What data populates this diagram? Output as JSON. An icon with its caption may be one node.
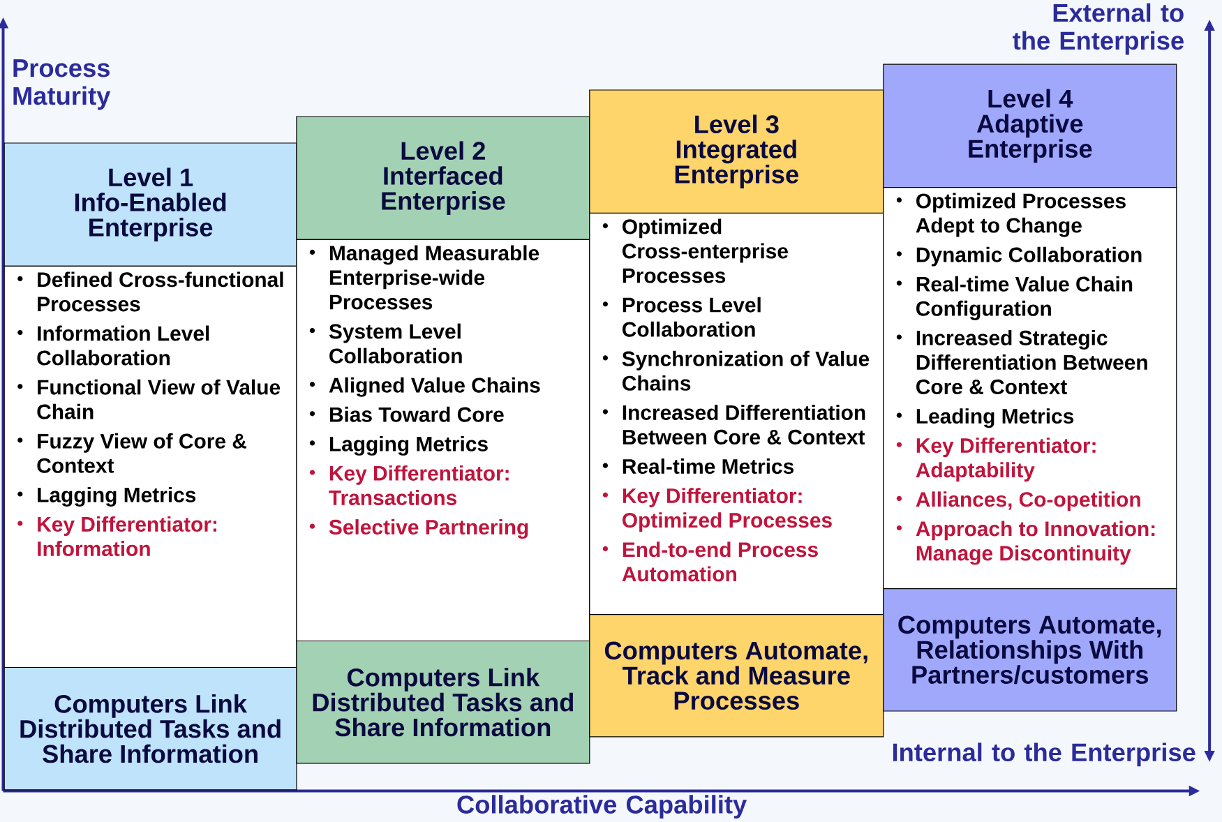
{
  "diagram": {
    "nodes": [
      {
        "text": [
          "Level 1 Info-Enabled Enterprise"
        ]
      },
      {
        "text": [
          "Defined Cross-functional Processes",
          "Information Level Collaboration",
          "Functional View of Value Chain",
          "Fuzzy View of Core & Context",
          "Lagging Metrics",
          "Key Differentiator: Information"
        ]
      },
      {
        "text": [
          "Computers Link Distributed Tasks and Share Information"
        ]
      },
      {
        "text": [
          "Level 2 Interfaced Enterprise"
        ]
      },
      {
        "text": [
          "Managed Measurable Enterprise-wide Processes",
          "System Level Collaboration",
          "Aligned Value Chains",
          "Bias Toward Core",
          "Lagging Metrics",
          "Key Differentiator: Transactions",
          "Selective Partnering"
        ]
      },
      {
        "text": [
          "Computers Link Distributed Tasks and Share Information"
        ]
      },
      {
        "text": [
          "Level 3 Integrated Enterprise"
        ]
      },
      {
        "text": [
          "Optimized Cross-enterprise Processes",
          "Process Level Collaboration",
          "Synchronization of Value Chains",
          "Increased Differentiation Between Core & Context",
          "Real-time Metrics",
          "Key Differentiator: Optimized Processes",
          "End-to-end Process Automation"
        ]
      },
      {
        "text": [
          "Computers Automate, Track and Measure Processes"
        ]
      },
      {
        "text": [
          "Level 4 Adaptive Enterprise"
        ]
      },
      {
        "text": [
          "Optimized Processes Adept to Change",
          "Dynamic Collaboration",
          "Real-time Value Chain Configuration",
          "Increased Strategic Differentiation Between Core & Context",
          "Leading Metrics",
          "Key Differentiator: Adaptability",
          "Alliances, Co-opetition",
          "Approach to Innovation: Manage Discontinuity"
        ]
      },
      {
        "text": [
          "Computers Automate, Relationships With Partners/customers"
        ]
      }
    ],
    "edges": [],
    "labels": [
      "Process Maturity",
      "External to the Enterprise",
      "Internal to the Enterprise",
      "Collaborative Capability"
    ]
  }
}
